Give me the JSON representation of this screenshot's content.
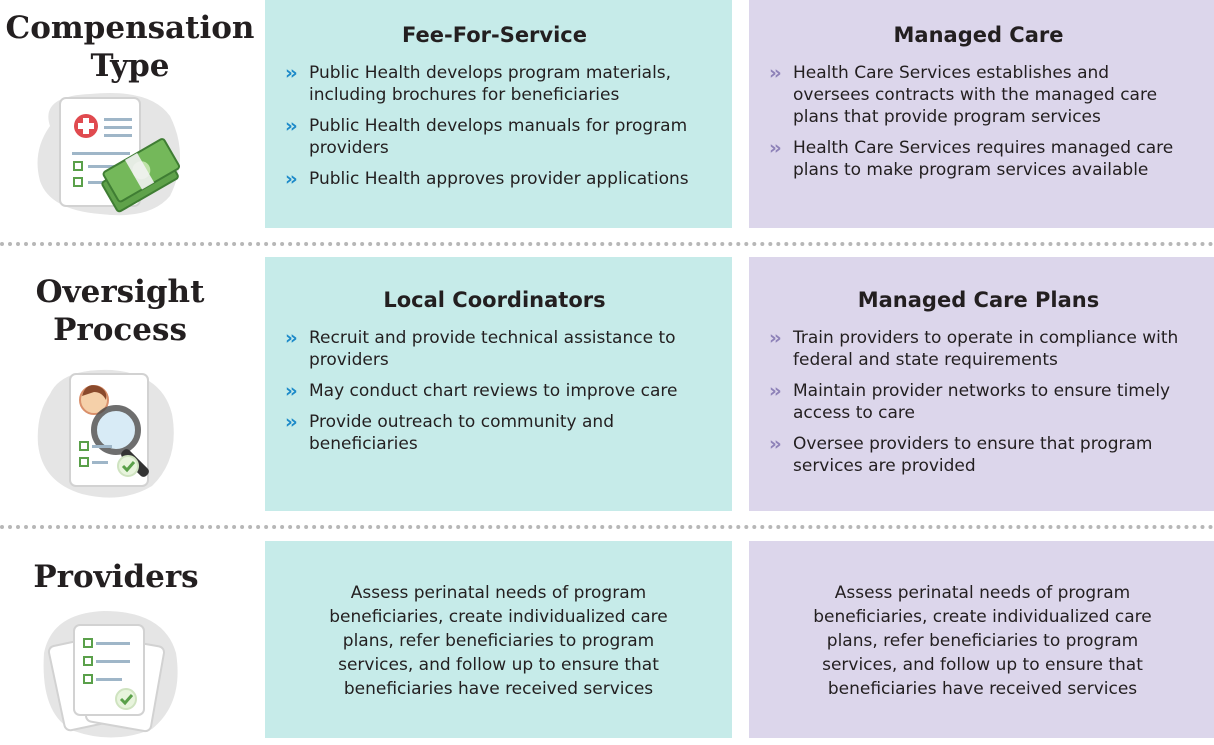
{
  "rows": [
    {
      "title_line1": "Compensation",
      "title_line2": "Type",
      "icon": "medical-form-money-icon",
      "left": {
        "title": "Fee-For-Service",
        "bullets": [
          "Public Health develops program materials, including brochures for beneficiaries",
          "Public Health develops manuals for program providers",
          "Public Health approves provider applications"
        ]
      },
      "right": {
        "title": "Managed Care",
        "bullets": [
          "Health Care Services establishes and oversees contracts with the managed care plans that provide program services",
          "Health Care Services requires managed care plans to make program services available"
        ]
      }
    },
    {
      "title_line1": "Oversight",
      "title_line2": "Process",
      "icon": "document-magnifier-icon",
      "left": {
        "title": "Local Coordinators",
        "bullets": [
          "Recruit and provide technical assistance to providers",
          "May conduct chart reviews to improve care",
          "Provide outreach to community and beneficiaries"
        ]
      },
      "right": {
        "title": "Managed Care Plans",
        "bullets": [
          "Train providers to operate in compliance with federal and state requirements",
          "Maintain provider networks to ensure timely access to care",
          "Oversee providers to ensure that program services are provided"
        ]
      }
    },
    {
      "title_line1": "Providers",
      "icon": "stacked-documents-icon",
      "left_text": "Assess perinatal needs of program beneficiaries, create individualized care plans, refer beneficiaries to program services, and follow up to ensure that beneficiaries have received services",
      "right_text": "Assess perinatal needs of program beneficiaries, create individualized care plans, refer beneficiaries to program services, and follow up to ensure that beneficiaries have received services"
    }
  ],
  "colors": {
    "teal_panel": "#c6ebe9",
    "lavender_panel": "#dcd6eb",
    "teal_chevron": "#1c8ac9",
    "lavender_chevron": "#8e82b8",
    "divider": "#b7b7b7"
  }
}
